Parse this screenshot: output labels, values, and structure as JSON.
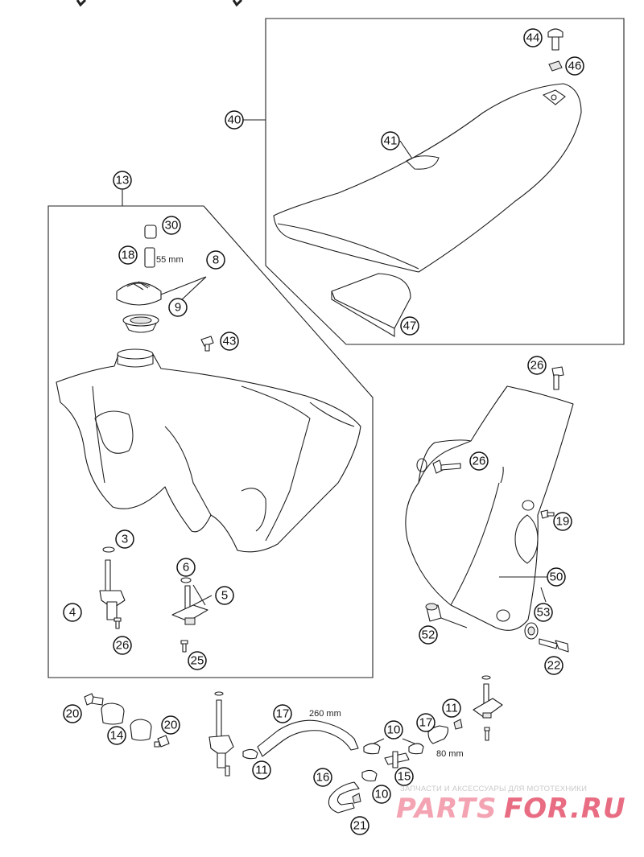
{
  "callouts": [
    {
      "id": "c44",
      "label": "44"
    },
    {
      "id": "c46",
      "label": "46"
    },
    {
      "id": "c40",
      "label": "40"
    },
    {
      "id": "c41",
      "label": "41"
    },
    {
      "id": "c47",
      "label": "47"
    },
    {
      "id": "c13",
      "label": "13"
    },
    {
      "id": "c30",
      "label": "30"
    },
    {
      "id": "c18",
      "label": "18"
    },
    {
      "id": "c8",
      "label": "8"
    },
    {
      "id": "c9",
      "label": "9"
    },
    {
      "id": "c43",
      "label": "43"
    },
    {
      "id": "c3",
      "label": "3"
    },
    {
      "id": "c4",
      "label": "4"
    },
    {
      "id": "c26a",
      "label": "26"
    },
    {
      "id": "c6",
      "label": "6"
    },
    {
      "id": "c5",
      "label": "5"
    },
    {
      "id": "c25",
      "label": "25"
    },
    {
      "id": "c26b",
      "label": "26"
    },
    {
      "id": "c26c",
      "label": "26"
    },
    {
      "id": "c19",
      "label": "19"
    },
    {
      "id": "c50",
      "label": "50"
    },
    {
      "id": "c53",
      "label": "53"
    },
    {
      "id": "c52",
      "label": "52"
    },
    {
      "id": "c22",
      "label": "22"
    },
    {
      "id": "c20a",
      "label": "20"
    },
    {
      "id": "c14",
      "label": "14"
    },
    {
      "id": "c20b",
      "label": "20"
    },
    {
      "id": "c11a",
      "label": "11"
    },
    {
      "id": "c17a",
      "label": "17"
    },
    {
      "id": "c10a",
      "label": "10"
    },
    {
      "id": "c17b",
      "label": "17"
    },
    {
      "id": "c11b",
      "label": "11"
    },
    {
      "id": "c16",
      "label": "16"
    },
    {
      "id": "c15",
      "label": "15"
    },
    {
      "id": "c10b",
      "label": "10"
    },
    {
      "id": "c21",
      "label": "21"
    }
  ],
  "dimensions": {
    "hose_18_length": "55 mm",
    "hose_17_long_length": "260 mm",
    "hose_17_short_length": "80 mm"
  },
  "watermark": {
    "tagline": "ЗАПЧАСТИ И АКСЕССУАРЫ ДЛЯ МОТОТЕХНИКИ",
    "logo_left": "PARTS",
    "logo_right": "FOR.RU"
  },
  "colors": {
    "line": "#1a1a1a",
    "watermark_logo": "#e86c82",
    "watermark_text": "#c9c9c9"
  }
}
